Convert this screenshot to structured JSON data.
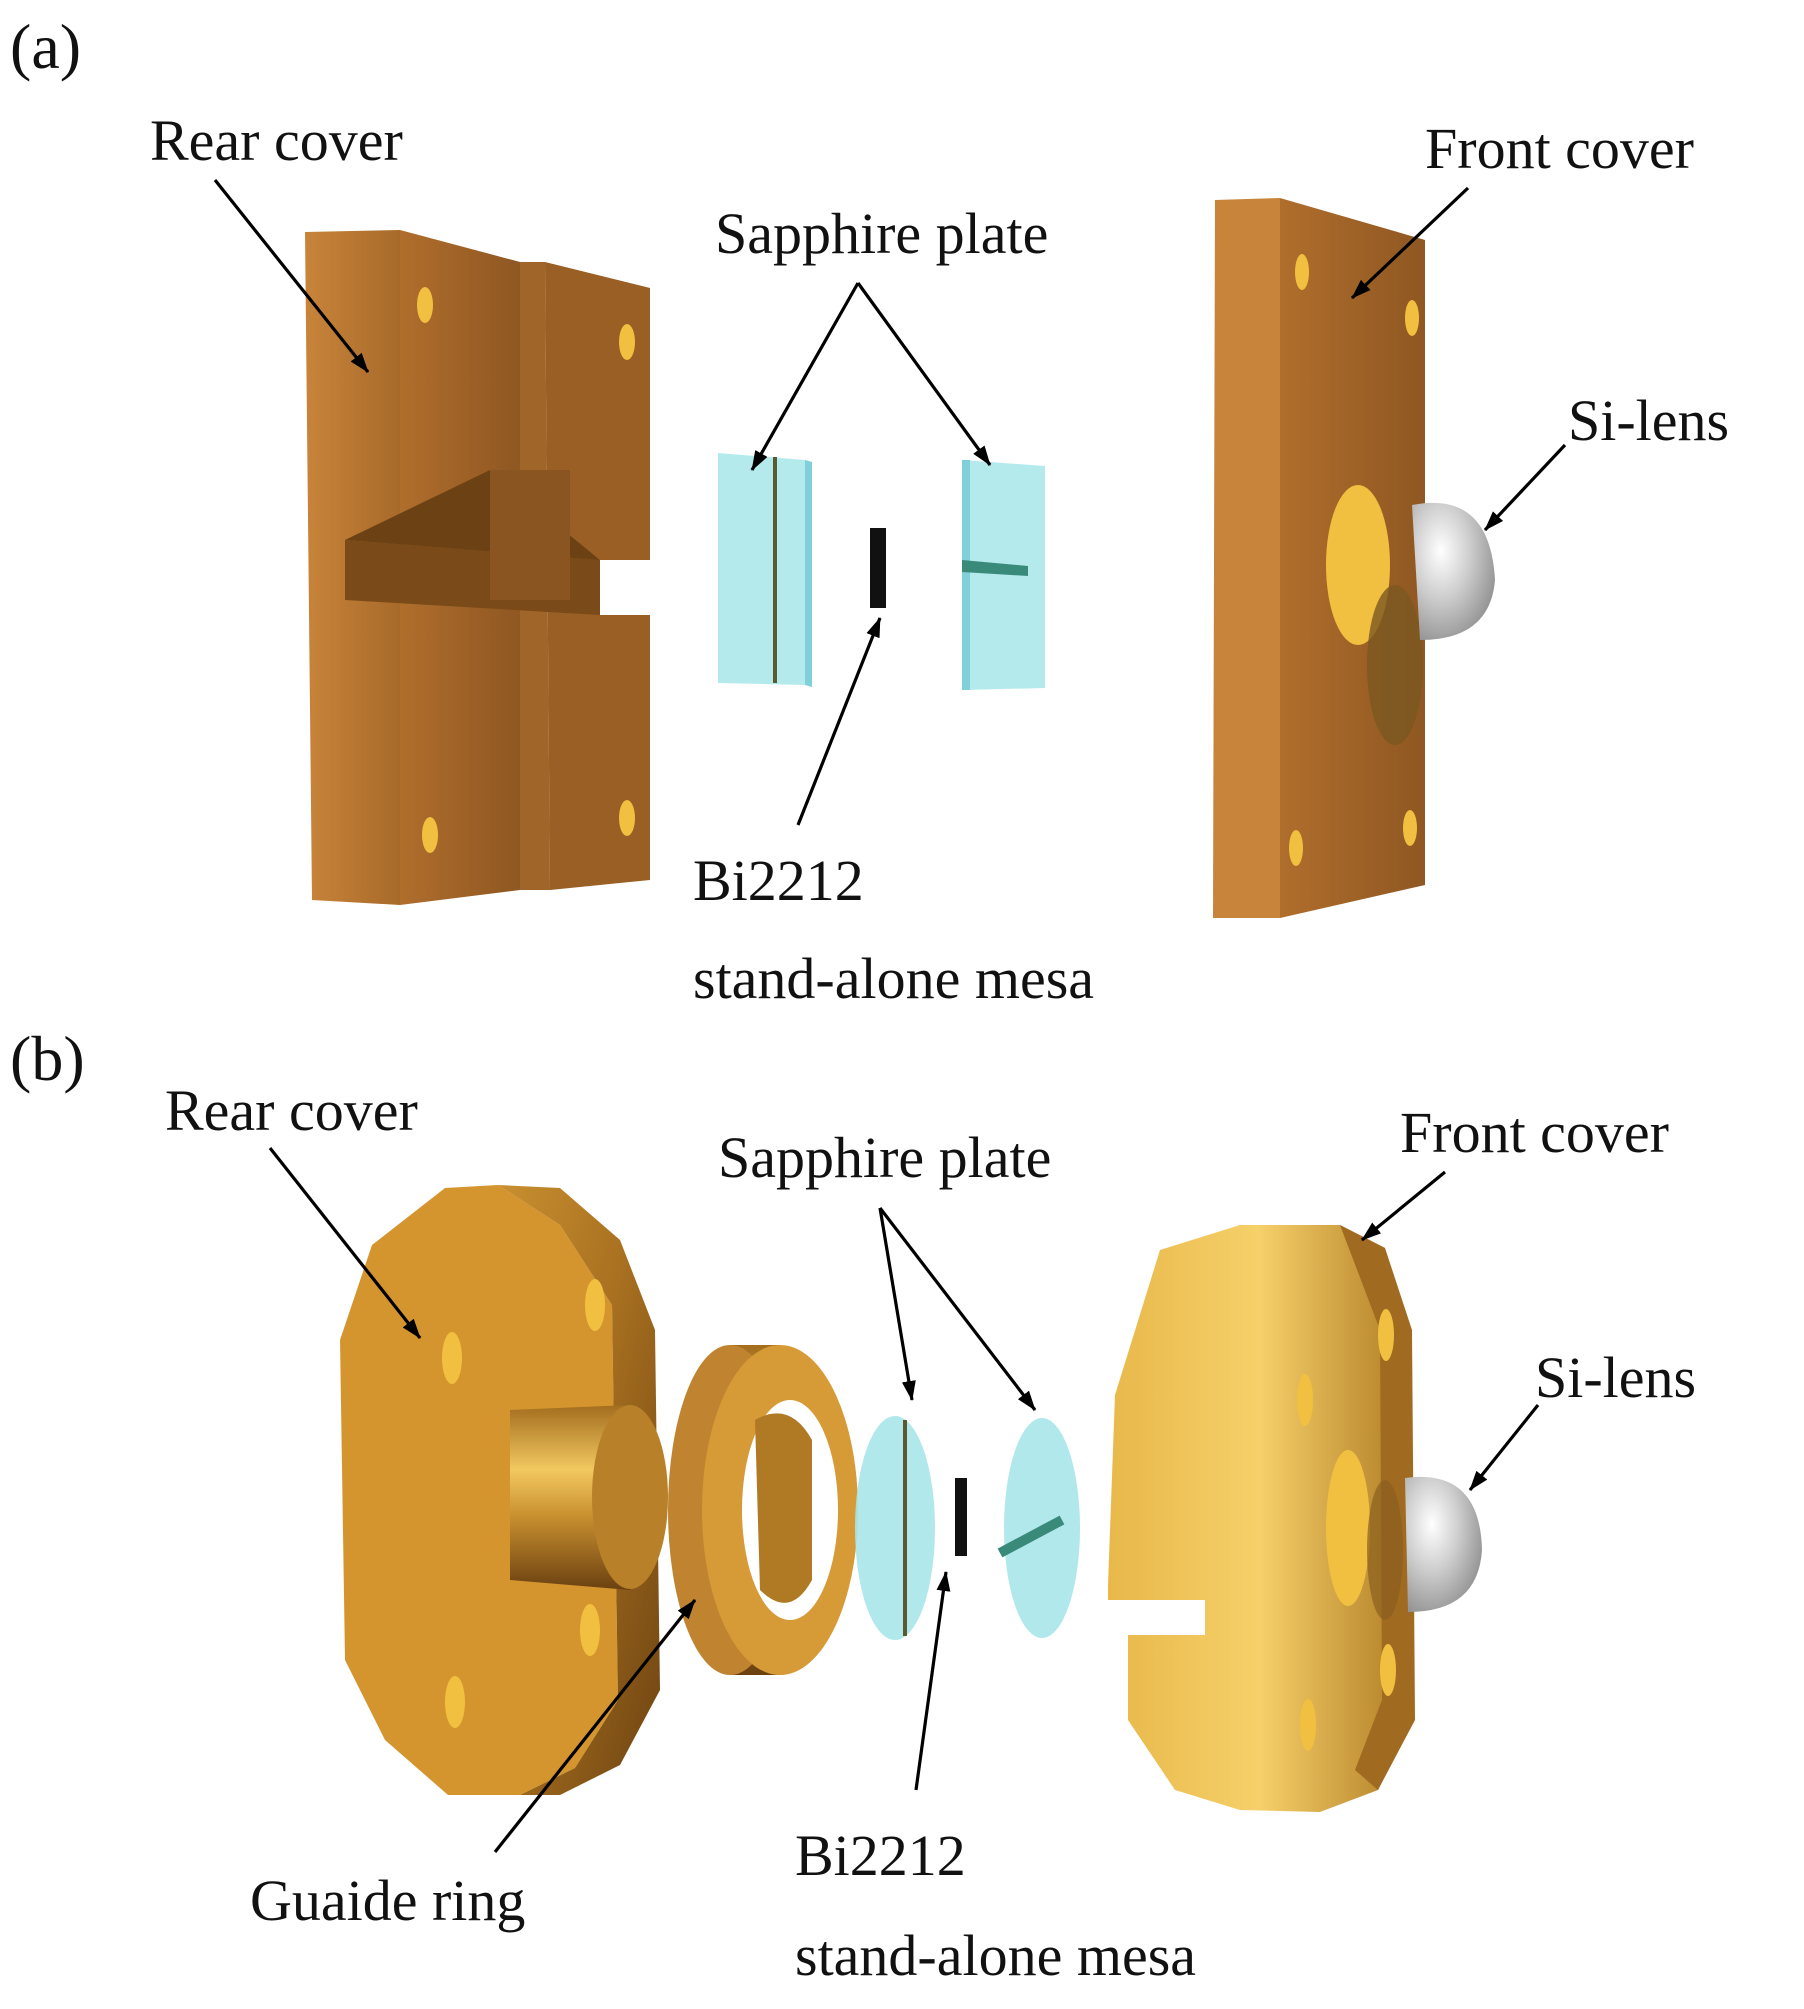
{
  "panel_a": {
    "tag": "(a)",
    "rear_cover": "Rear cover",
    "front_cover": "Front cover",
    "sapphire_plate": "Sapphire plate",
    "si_lens": "Si-lens",
    "mesa_line1": "Bi2212",
    "mesa_line2": "stand-alone mesa"
  },
  "panel_b": {
    "tag": "(b)",
    "rear_cover": "Rear cover",
    "front_cover": "Front cover",
    "sapphire_plate": "Sapphire plate",
    "si_lens": "Si-lens",
    "guide_ring": "Guaide ring",
    "mesa_line1": "Bi2212",
    "mesa_line2": "stand-alone mesa"
  },
  "colors": {
    "copper_light": "#e0a04e",
    "copper_mid": "#c07a30",
    "copper_dark": "#8a5420",
    "brass_light": "#f0c050",
    "brass_mid": "#c9902a",
    "brass_dark": "#7a4a12",
    "sapphire": "#a8e6ea",
    "sapphire_edge": "#7fd0d8",
    "lens": "#c8c8c8",
    "mesa": "#111111"
  }
}
